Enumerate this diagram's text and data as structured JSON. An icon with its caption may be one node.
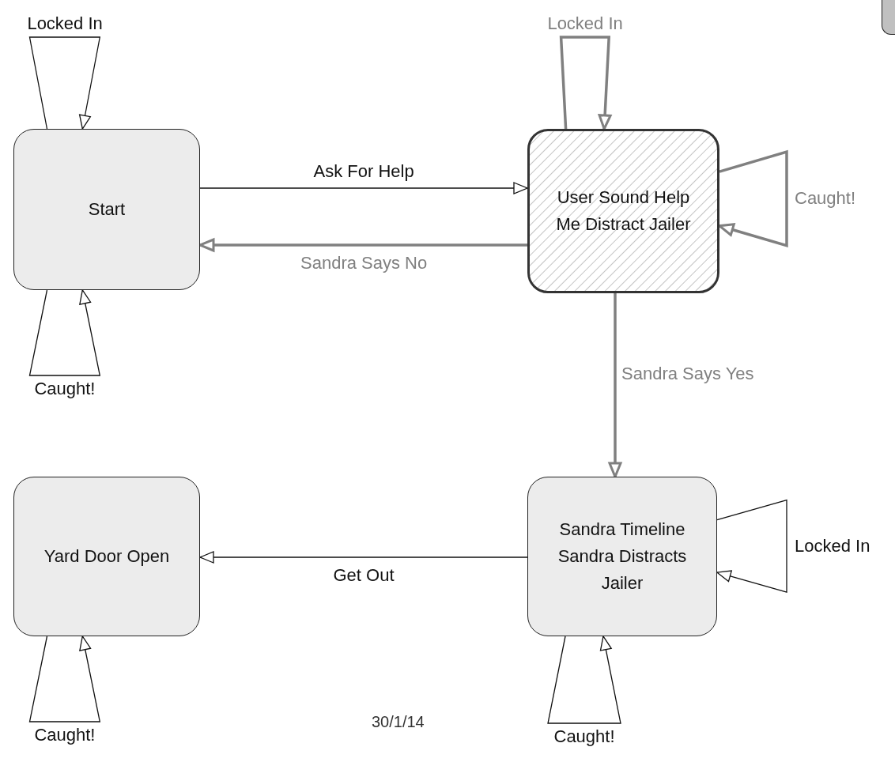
{
  "diagram": {
    "nodes": [
      {
        "text": [
          "Start"
        ]
      },
      {
        "text": [
          "User Sound Help Me Distract Jailer"
        ]
      },
      {
        "text": [
          "Sandra Timeline Sandra Distracts Jailer"
        ]
      },
      {
        "text": [
          "Yard Door Open"
        ]
      },
      {
        "text": [],
        "shape": "box"
      }
    ],
    "edges": [
      {
        "from": 0,
        "to": 1,
        "arrow": "to",
        "label": "Ask For Help"
      },
      {
        "from": 1,
        "to": 0,
        "arrow": "to",
        "label": "Sandra Says No",
        "style": "thick",
        "color": "#808080"
      },
      {
        "from": 1,
        "to": 2,
        "arrow": "to",
        "label": "Sandra Says Yes",
        "style": "thick",
        "color": "#808080"
      },
      {
        "from": 2,
        "to": 3,
        "arrow": "to",
        "label": "Get Out"
      },
      {
        "from": 0,
        "to": 0,
        "arrow": "to",
        "label": "Locked In"
      },
      {
        "from": 0,
        "to": 0,
        "arrow": "to",
        "label": "Caught!"
      },
      {
        "from": 1,
        "to": 1,
        "arrow": "to",
        "label": "Locked In",
        "style": "thick",
        "color": "#808080"
      },
      {
        "from": 1,
        "to": 1,
        "arrow": "to",
        "label": "Caught!",
        "style": "thick",
        "color": "#808080"
      },
      {
        "from": 2,
        "to": 2,
        "arrow": "to",
        "label": "Locked In"
      },
      {
        "from": 2,
        "to": 2,
        "arrow": "to",
        "label": "Caught!"
      },
      {
        "from": 3,
        "to": 3,
        "arrow": "to",
        "label": "Caught!"
      }
    ],
    "labels": [
      "30/1/14"
    ]
  }
}
